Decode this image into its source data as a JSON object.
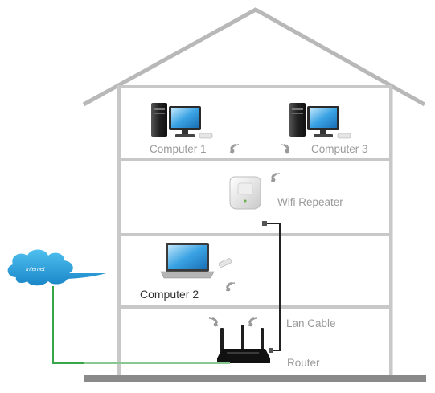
{
  "labels": {
    "computer1": "Computer 1",
    "computer3": "Computer 3",
    "repeater": "Wifi Repeater",
    "computer2": "Computer 2",
    "lan_cable": "Lan Cable",
    "router": "Router",
    "internet": "Internet"
  },
  "colors": {
    "house_outline": "#b8b8b8",
    "ground": "#8a8a8a",
    "internet_cloud": "#2a9fdc",
    "internet_line": "#3aa64a",
    "lan_cable": "#222222",
    "label_text": "#9a9a9a",
    "computer2_label": "#333333"
  }
}
